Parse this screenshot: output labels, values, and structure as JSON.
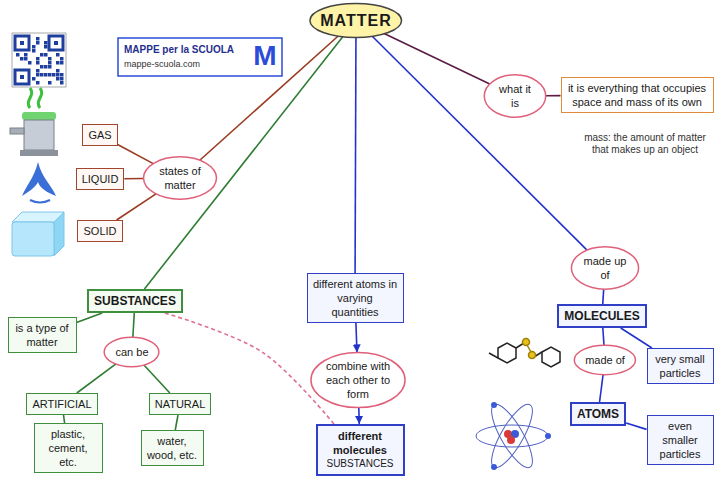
{
  "diagram": {
    "nodes": [
      {
        "text": [
          "MATTER"
        ]
      },
      {
        "text": [
          "what it is"
        ]
      },
      {
        "text": [
          "it is everything that occupies space and mass of its own"
        ]
      },
      {
        "text": [
          "states of matter"
        ]
      },
      {
        "text": [
          "GAS"
        ]
      },
      {
        "text": [
          "LIQUID"
        ]
      },
      {
        "text": [
          "SOLID"
        ]
      },
      {
        "text": [
          "SUBSTANCES"
        ]
      },
      {
        "text": [
          "is a type of matter"
        ]
      },
      {
        "text": [
          "can be"
        ]
      },
      {
        "text": [
          "ARTIFICIAL"
        ]
      },
      {
        "text": [
          "NATURAL"
        ]
      },
      {
        "text": [
          "plastic, cement, etc."
        ]
      },
      {
        "text": [
          "water, wood, etc."
        ]
      },
      {
        "text": [
          "different atoms in varying quantities"
        ]
      },
      {
        "text": [
          "combine with each other to form"
        ]
      },
      {
        "text": [
          "different molecules",
          "SUBSTANCES"
        ]
      },
      {
        "text": [
          "made up of"
        ]
      },
      {
        "text": [
          "MOLECULES"
        ]
      },
      {
        "text": [
          "very small particles"
        ]
      },
      {
        "text": [
          "made of"
        ]
      },
      {
        "text": [
          "ATOMS"
        ]
      },
      {
        "text": [
          "even smaller particles"
        ]
      }
    ],
    "edges": [
      {
        "from": 0,
        "to": 1,
        "arrow": "none"
      },
      {
        "from": 1,
        "to": 2,
        "arrow": "none"
      },
      {
        "from": 0,
        "to": 3,
        "arrow": "none"
      },
      {
        "from": 3,
        "to": 4,
        "arrow": "none"
      },
      {
        "from": 3,
        "to": 5,
        "arrow": "none"
      },
      {
        "from": 3,
        "to": 6,
        "arrow": "none"
      },
      {
        "from": 0,
        "to": 7,
        "arrow": "none"
      },
      {
        "from": 7,
        "to": 8,
        "arrow": "none"
      },
      {
        "from": 7,
        "to": 9,
        "arrow": "none"
      },
      {
        "from": 9,
        "to": 10,
        "arrow": "none"
      },
      {
        "from": 9,
        "to": 11,
        "arrow": "none"
      },
      {
        "from": 10,
        "to": 12,
        "arrow": "none"
      },
      {
        "from": 11,
        "to": 13,
        "arrow": "none"
      },
      {
        "from": 0,
        "to": 14,
        "arrow": "none"
      },
      {
        "from": 14,
        "to": 15,
        "arrow": "to"
      },
      {
        "from": 15,
        "to": 16,
        "arrow": "to"
      },
      {
        "from": 7,
        "to": 16,
        "arrow": "none"
      },
      {
        "from": 0,
        "to": 17,
        "arrow": "none"
      },
      {
        "from": 17,
        "to": 18,
        "arrow": "none"
      },
      {
        "from": 18,
        "to": 19,
        "arrow": "none"
      },
      {
        "from": 18,
        "to": 20,
        "arrow": "none"
      },
      {
        "from": 20,
        "to": 21,
        "arrow": "none"
      },
      {
        "from": 21,
        "to": 22,
        "arrow": "none"
      }
    ],
    "labels": [
      "MAPPE per la SCUOLA",
      "mappe-scuola.com",
      "M",
      "mass: the amount of matter that makes up an object"
    ]
  }
}
